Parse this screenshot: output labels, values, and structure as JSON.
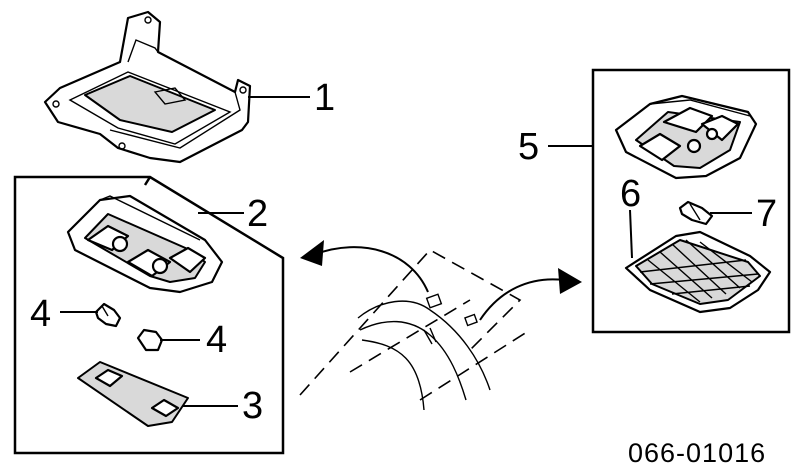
{
  "labels": {
    "part_1": "1",
    "part_2": "2",
    "part_3": "3",
    "part_4_left": "4",
    "part_4_right": "4",
    "part_5": "5",
    "part_6": "6",
    "part_7": "7"
  },
  "diagram_code": "066-01016"
}
